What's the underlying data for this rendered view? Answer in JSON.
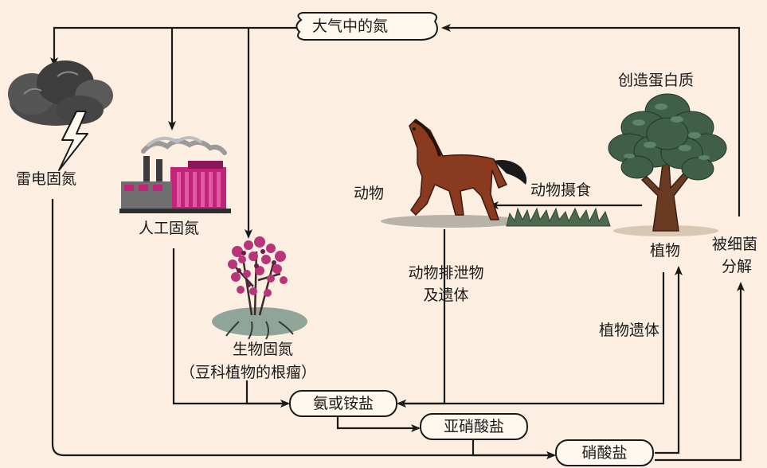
{
  "nodes": {
    "atmospheric_nitrogen": "大气中的氮",
    "lightning_fixation": "雷电固氮",
    "industrial_fixation": "人工固氮",
    "biological_fixation": "生物固氮",
    "biological_fixation_note": "（豆科植物的根瘤）",
    "ammonia_ammonium": "氨或铵盐",
    "nitrite": "亚硝酸盐",
    "nitrate": "硝酸盐",
    "animal": "动物",
    "plant": "植物",
    "protein_synthesis": "创造蛋白质"
  },
  "edges": {
    "animal_feeding": "动物摄食",
    "animal_waste_line1": "动物排泄物",
    "animal_waste_line2": "及遗体",
    "plant_remains": "植物遗体",
    "bacterial_decomposition_line1": "被细菌",
    "bacterial_decomposition_line2": "分解"
  },
  "colors": {
    "background": "#fcefe1",
    "arrow": "#1a1a1a",
    "cloud": "#4a4a4a",
    "factory": "#c2247a",
    "horse": "#8a3a1f",
    "tree_leaves": "#3f5f48",
    "flower": "#b8357a"
  }
}
